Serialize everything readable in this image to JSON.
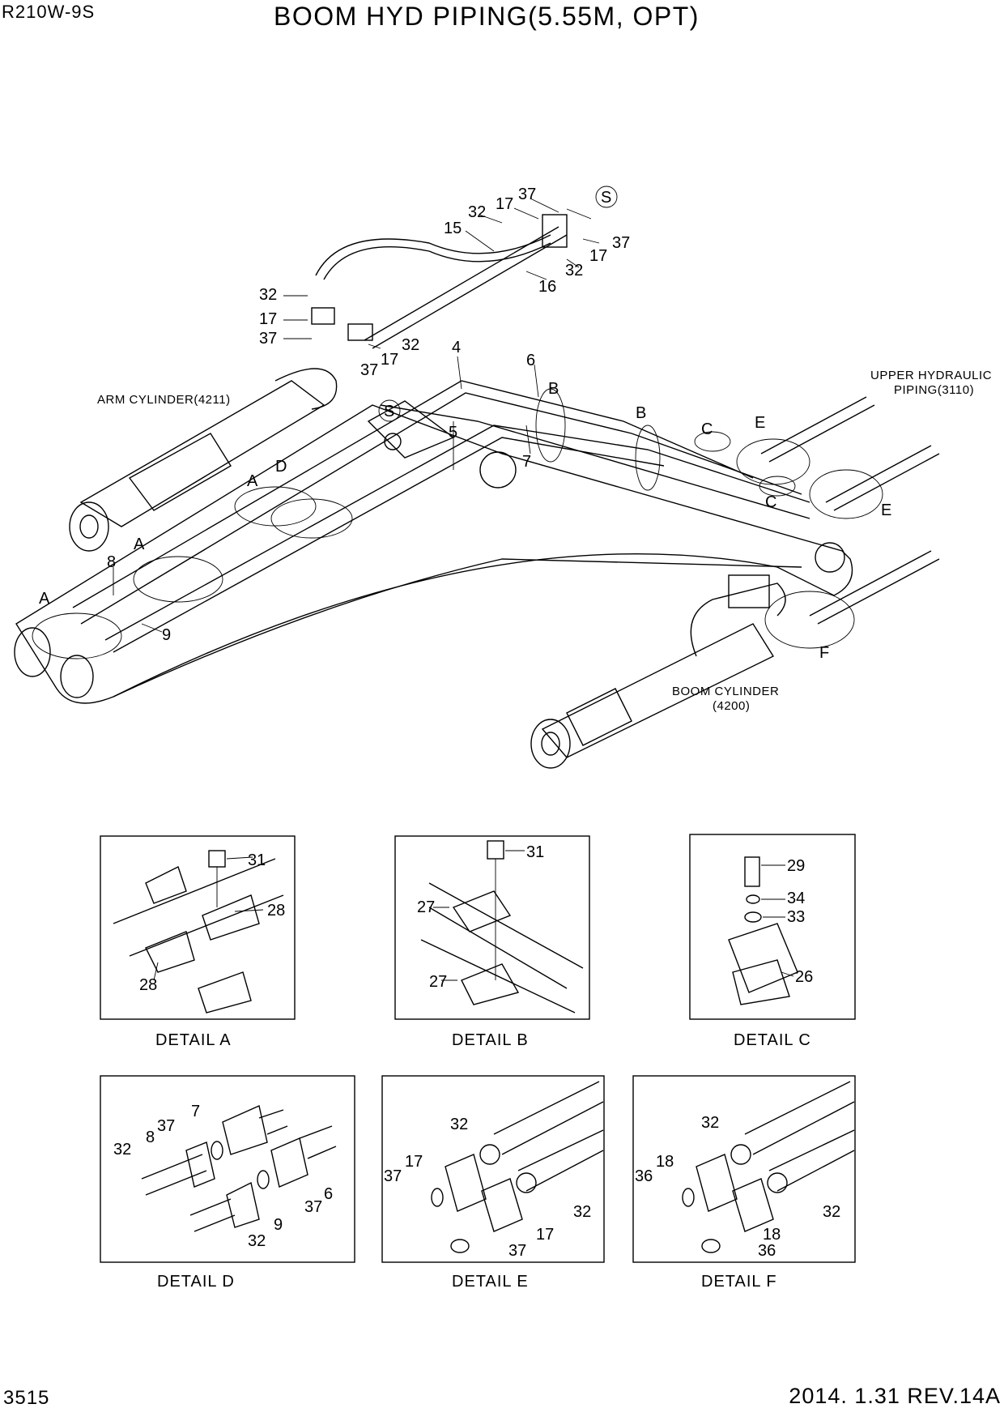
{
  "header": {
    "model": "R210W-9S",
    "title": "BOOM HYD PIPING(5.55M, OPT)"
  },
  "footer": {
    "page_number": "3515",
    "revision": "2014. 1.31  REV.14A"
  },
  "main": {
    "callouts": {
      "arm_cylinder": "ARM CYLINDER(4211)",
      "boom_cylinder_1": "BOOM CYLINDER",
      "boom_cylinder_2": "(4200)",
      "upper_hyd_1": "UPPER HYDRAULIC",
      "upper_hyd_2": "PIPING(3110)"
    },
    "part_labels": [
      "37",
      "17",
      "32",
      "15",
      "17",
      "37",
      "32",
      "16",
      "32",
      "17",
      "37",
      "32",
      "17",
      "37",
      "4",
      "6",
      "B",
      "B",
      "C",
      "E",
      "C",
      "E",
      "5",
      "7",
      "S",
      "S",
      "D",
      "A",
      "A",
      "A",
      "8",
      "9",
      "F"
    ]
  },
  "details": [
    {
      "title": "DETAIL  A",
      "labels": [
        "31",
        "28",
        "28"
      ]
    },
    {
      "title": "DETAIL  B",
      "labels": [
        "31",
        "27",
        "27"
      ]
    },
    {
      "title": "DETAIL  C",
      "labels": [
        "29",
        "34",
        "33",
        "26"
      ]
    },
    {
      "title": "DETAIL  D",
      "labels": [
        "7",
        "37",
        "8",
        "32",
        "6",
        "37",
        "9",
        "32"
      ]
    },
    {
      "title": "DETAIL  E",
      "labels": [
        "32",
        "17",
        "37",
        "32",
        "17",
        "37"
      ]
    },
    {
      "title": "DETAIL  F",
      "labels": [
        "32",
        "18",
        "36",
        "32",
        "18",
        "36"
      ]
    }
  ]
}
